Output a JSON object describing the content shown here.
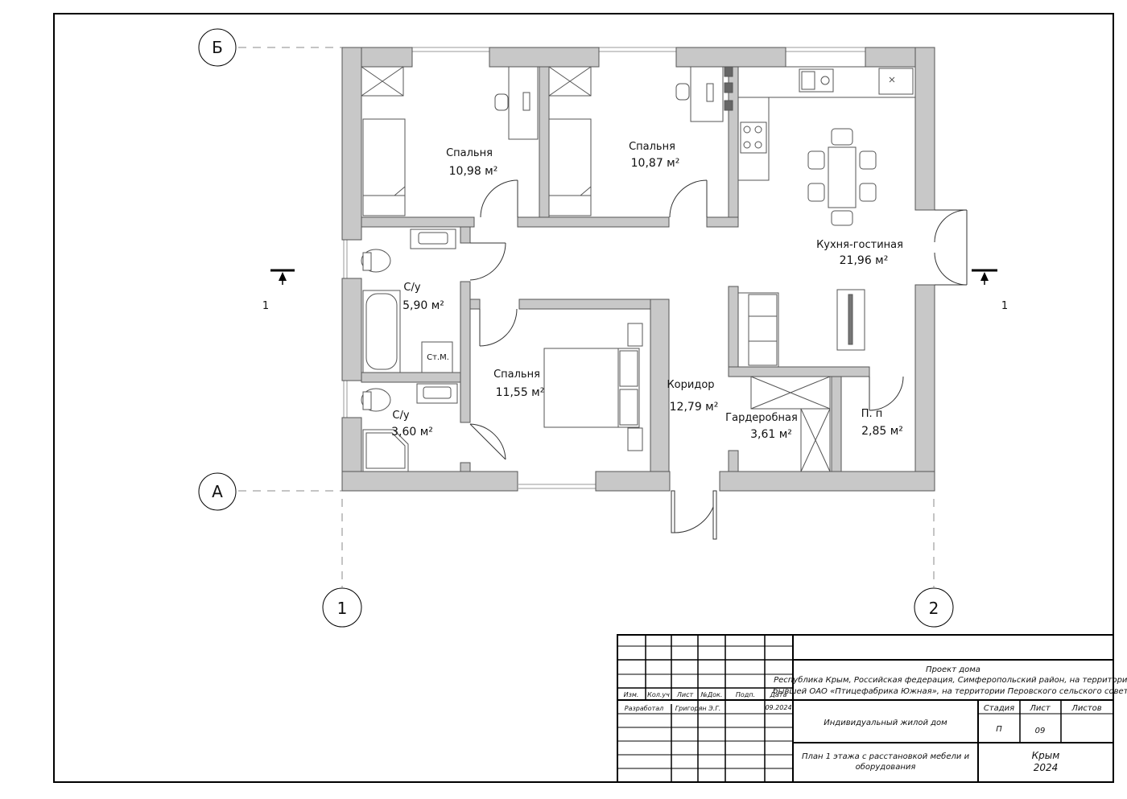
{
  "drawing": {
    "axes": {
      "top": "Б",
      "bottom": "А",
      "left": "1",
      "right": "2"
    },
    "section_marks": {
      "left": "1",
      "right": "1"
    },
    "rooms": [
      {
        "id": "bedroom-1",
        "name": "Спальня",
        "area": "10,98 м²"
      },
      {
        "id": "bedroom-2",
        "name": "Спальня",
        "area": "10,87 м²"
      },
      {
        "id": "kitchen-living",
        "name": "Кухня-гостиная",
        "area": "21,96 м²"
      },
      {
        "id": "bathroom-1",
        "name": "С/у",
        "area": "5,90 м²"
      },
      {
        "id": "bedroom-3",
        "name": "Спальня",
        "area": "11,55 м²"
      },
      {
        "id": "corridor",
        "name": "Коридор",
        "area": "12,79 м²"
      },
      {
        "id": "bathroom-2",
        "name": "С/у",
        "area": "3,60 м²"
      },
      {
        "id": "wardrobe",
        "name": "Гардеробная",
        "area": "3,61 м²"
      },
      {
        "id": "pantry",
        "name": "П. п",
        "area": "2,85 м²"
      }
    ],
    "washer_label": "Ст.М."
  },
  "title_block": {
    "col_headers": [
      "Изм.",
      "Кол.уч",
      "Лист",
      "№Док.",
      "Подп.",
      "Дата"
    ],
    "developed_label": "Разработал",
    "developer": "Григорян Э.Г.",
    "date": "09.2024",
    "project_lines": [
      "Проект дома",
      "Республика Крым, Российская федерация, Симферопольский район, на территории",
      "бывшей ОАО «Птицефабрика Южная», на территории Перовского сельского совета"
    ],
    "object_name": "Индивидуальный жилой дом",
    "stage_label": "Стадия",
    "sheet_label": "Лист",
    "sheets_label": "Листов",
    "stage": "П",
    "sheet": "09",
    "sheets": "",
    "drawing_title_lines": [
      "План 1 этажа с расстановкой мебели и",
      "оборудования"
    ],
    "place": "Крым",
    "year": "2024"
  }
}
